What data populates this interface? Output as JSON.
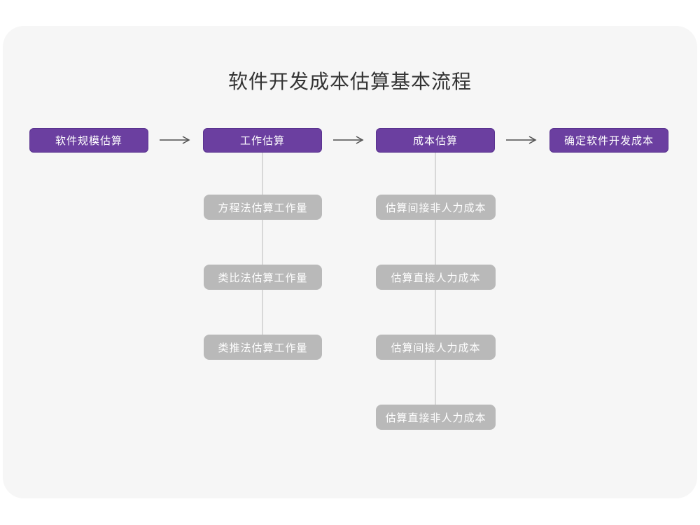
{
  "title": "软件开发成本估算基本流程",
  "colors": {
    "accent": "#6B3FA0",
    "accent-border": "#5A3390",
    "substep-bg": "#B9B9B9",
    "substep-text": "#FFFFFF",
    "connector": "#D8D8D8",
    "arrow": "#4D4D4D",
    "canvas": "#F6F6F6",
    "title-text": "#333333"
  },
  "flow": {
    "stages": [
      {
        "label": "软件规模估算",
        "substeps": []
      },
      {
        "label": "工作估算",
        "substeps": [
          "方程法估算工作量",
          "类比法估算工作量",
          "类推法估算工作量"
        ]
      },
      {
        "label": "成本估算",
        "substeps": [
          "估算间接非人力成本",
          "估算直接人力成本",
          "估算间接人力成本",
          "估算直接非人力成本"
        ]
      },
      {
        "label": "确定软件开发成本",
        "substeps": []
      }
    ]
  }
}
